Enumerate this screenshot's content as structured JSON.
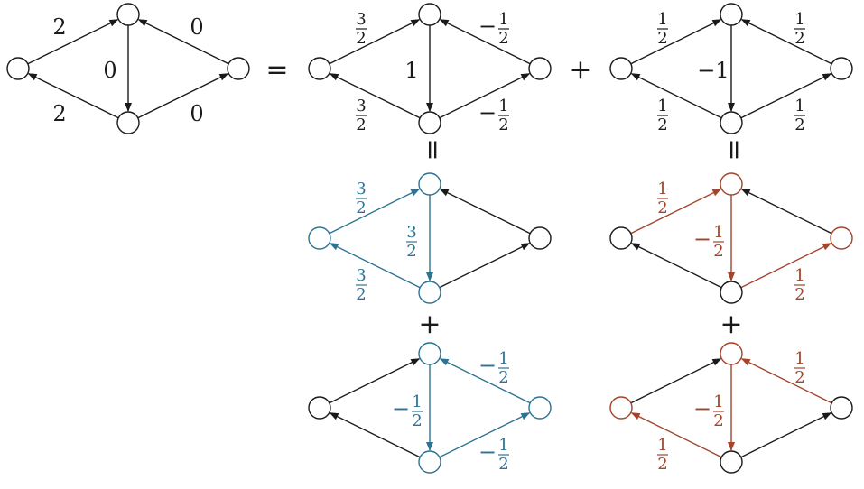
{
  "colors": {
    "default": "#1a1a1a",
    "blue": "#2e7394",
    "red": "#a3442b"
  },
  "operators": {
    "equals": "=",
    "plus": "+",
    "vertical_equals": "="
  },
  "graphs": [
    {
      "id": "graph-original",
      "edges": {
        "left_top": {
          "label": "2",
          "color": "default"
        },
        "bottom_left": {
          "label": "2",
          "color": "default"
        },
        "top_bottom": {
          "label": "0",
          "color": "default"
        },
        "right_top": {
          "label": "0",
          "color": "default"
        },
        "bottom_right": {
          "label": "0",
          "color": "default"
        }
      },
      "nodes": {
        "left": "default",
        "top": "default",
        "right": "default",
        "bottom": "default"
      }
    },
    {
      "id": "graph-middle-top",
      "edges": {
        "left_top": {
          "label": "3/2",
          "color": "default"
        },
        "bottom_left": {
          "label": "3/2",
          "color": "default"
        },
        "top_bottom": {
          "label": "1",
          "color": "default"
        },
        "right_top": {
          "label": "-1/2",
          "color": "default"
        },
        "bottom_right": {
          "label": "-1/2",
          "color": "default"
        }
      },
      "nodes": {
        "left": "default",
        "top": "default",
        "right": "default",
        "bottom": "default"
      }
    },
    {
      "id": "graph-right-top",
      "edges": {
        "left_top": {
          "label": "1/2",
          "color": "default"
        },
        "bottom_left": {
          "label": "1/2",
          "color": "default"
        },
        "top_bottom": {
          "label": "-1",
          "color": "default"
        },
        "right_top": {
          "label": "1/2",
          "color": "default"
        },
        "bottom_right": {
          "label": "1/2",
          "color": "default"
        }
      },
      "nodes": {
        "left": "default",
        "top": "default",
        "right": "default",
        "bottom": "default"
      }
    },
    {
      "id": "graph-middle-mid",
      "edges": {
        "left_top": {
          "label": "3/2",
          "color": "blue"
        },
        "bottom_left": {
          "label": "3/2",
          "color": "blue"
        },
        "top_bottom": {
          "label": "3/2",
          "color": "blue"
        },
        "right_top": {
          "label": "",
          "color": "default"
        },
        "bottom_right": {
          "label": "",
          "color": "default"
        }
      },
      "nodes": {
        "left": "blue",
        "top": "blue",
        "right": "default",
        "bottom": "blue"
      }
    },
    {
      "id": "graph-right-mid",
      "edges": {
        "left_top": {
          "label": "1/2",
          "color": "red"
        },
        "bottom_left": {
          "label": "",
          "color": "default"
        },
        "top_bottom": {
          "label": "-1/2",
          "color": "red"
        },
        "right_top": {
          "label": "",
          "color": "default"
        },
        "bottom_right": {
          "label": "1/2",
          "color": "red"
        }
      },
      "nodes": {
        "left": "default",
        "top": "red",
        "right": "red",
        "bottom": "default"
      }
    },
    {
      "id": "graph-middle-bot",
      "edges": {
        "left_top": {
          "label": "",
          "color": "default"
        },
        "bottom_left": {
          "label": "",
          "color": "default"
        },
        "top_bottom": {
          "label": "-1/2",
          "color": "blue"
        },
        "right_top": {
          "label": "-1/2",
          "color": "blue"
        },
        "bottom_right": {
          "label": "-1/2",
          "color": "blue"
        }
      },
      "nodes": {
        "left": "default",
        "top": "blue",
        "right": "blue",
        "bottom": "blue"
      }
    },
    {
      "id": "graph-right-bot",
      "edges": {
        "left_top": {
          "label": "",
          "color": "default"
        },
        "bottom_left": {
          "label": "1/2",
          "color": "red"
        },
        "top_bottom": {
          "label": "-1/2",
          "color": "red"
        },
        "right_top": {
          "label": "1/2",
          "color": "red"
        },
        "bottom_right": {
          "label": "",
          "color": "default"
        }
      },
      "nodes": {
        "left": "red",
        "top": "red",
        "right": "default",
        "bottom": "default"
      }
    }
  ]
}
